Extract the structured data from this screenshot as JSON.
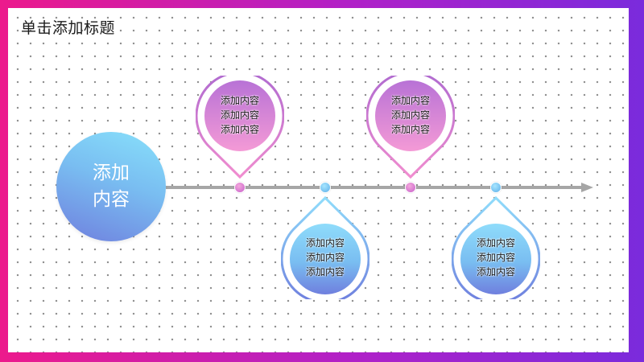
{
  "slide": {
    "title": "单击添加标题",
    "hub": {
      "line1": "添加",
      "line2": "内容"
    }
  },
  "timeline": {
    "items": [
      {
        "color": "pink",
        "lines": [
          "添加内容",
          "添加内容",
          "添加内容"
        ]
      },
      {
        "color": "blue",
        "lines": [
          "添加内容",
          "添加内容",
          "添加内容"
        ]
      },
      {
        "color": "pink",
        "lines": [
          "添加内容",
          "添加内容",
          "添加内容"
        ]
      },
      {
        "color": "blue",
        "lines": [
          "添加内容",
          "添加内容",
          "添加内容"
        ]
      }
    ]
  },
  "colors": {
    "frame_left": "#ec1a8c",
    "frame_right": "#7a2bdc",
    "pink_top": "#b06bd0",
    "pink_bottom": "#f08ccf",
    "blue_top": "#8fdcfb",
    "blue_bottom": "#6f7fde",
    "line": "#a6a6a6"
  }
}
